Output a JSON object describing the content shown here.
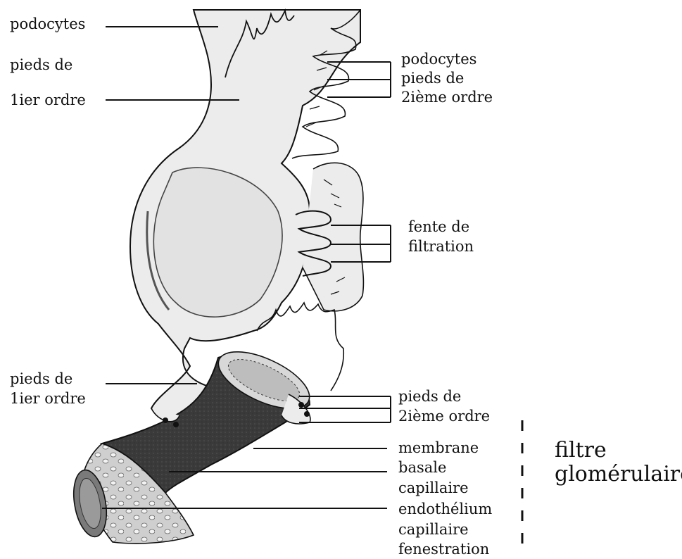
{
  "labels": {
    "left_podocytes": "podocytes",
    "left_pieds_de": "pieds de",
    "left_1ier_ordre": "1ier ordre",
    "right_podocytes": "podocytes",
    "right_pieds_de": "pieds de",
    "right_2ieme_ordre": "2ième ordre",
    "fente_de": "fente de",
    "filtration": "filtration",
    "left_lower_pieds_de": "pieds de",
    "left_lower_1ier_ordre": "1ier ordre",
    "right_lower_pieds_de": "pieds de",
    "right_lower_2ieme_ordre": "2ième ordre",
    "membrane": "membrane",
    "basale": "basale",
    "capillaire_1": "capillaire",
    "endothelium": "endothélium",
    "capillaire_2": "capillaire",
    "fenestration": "fenestration"
  },
  "group_label": {
    "line1": "filtre",
    "line2": "glomérulaire"
  },
  "colors": {
    "ink": "#111111",
    "cell_fill": "#ececec",
    "nucleus_fill": "#e2e2e2",
    "basement_membrane": "#3a3a3a",
    "endothelium": "#c8c8c8"
  }
}
